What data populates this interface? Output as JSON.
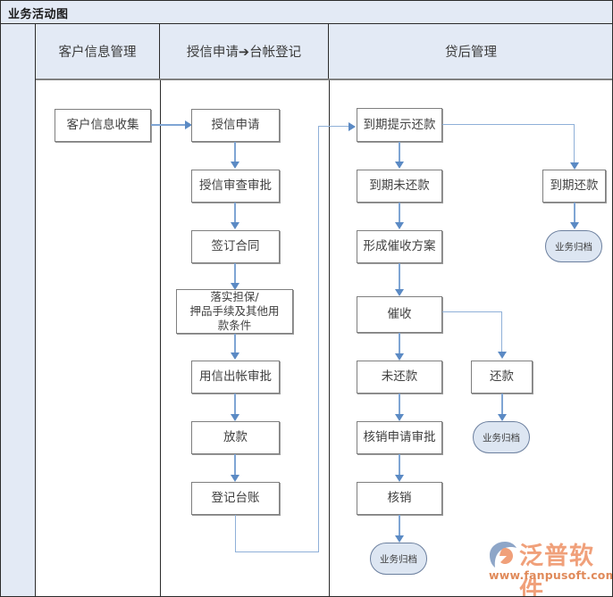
{
  "header": {
    "title": "业务活动图"
  },
  "columns": [
    {
      "label": "客户信息管理"
    },
    {
      "label": "授信申请➔台帐登记"
    },
    {
      "label": "贷后管理"
    }
  ],
  "nodes": {
    "customer_collect": "客户信息收集",
    "credit_apply": "授信申请",
    "credit_review": "授信审查审批",
    "sign_contract": "签订合同",
    "guarantee": "落实担保/押品手续及其他用款条件",
    "guarantee_line1": "落实担保/",
    "guarantee_line2": "押品手续及其他用",
    "guarantee_line3": "款条件",
    "use_credit_approval": "用信出帐审批",
    "disburse": "放款",
    "register_ledger": "登记台账",
    "due_remind": "到期提示还款",
    "due_unpaid": "到期未还款",
    "collection_plan": "形成催收方案",
    "collection": "催收",
    "not_repaid": "未还款",
    "writeoff_apply": "核销申请审批",
    "writeoff": "核销",
    "due_repaid": "到期还款",
    "repaid": "还款"
  },
  "terminators": {
    "archive_1": "业务归档",
    "archive_2": "业务归档",
    "archive_3": "业务归档"
  },
  "logo": {
    "brand": "泛普软件",
    "url": "www.fanpusoft.com"
  },
  "colors": {
    "header_fill": "#e3eaf5",
    "connector": "#7fa5d4",
    "arrow": "#5b8ac4",
    "node_border": "#7f7f7f",
    "terminator_fill": "#dde6f2",
    "brand": "#f0a07a"
  },
  "chart_data": {
    "type": "diagram",
    "title": "业务活动图",
    "lanes": [
      "客户信息管理",
      "授信申请➔台帐登记",
      "贷后管理"
    ],
    "edges": [
      "客户信息收集 → 授信申请",
      "授信申请 → 授信审查审批",
      "授信审查审批 → 签订合同",
      "签订合同 → 落实担保/押品手续及其他用款条件",
      "落实担保/押品手续及其他用款条件 → 用信出帐审批",
      "用信出帐审批 → 放款",
      "放款 → 登记台账",
      "登记台账 → 到期提示还款",
      "到期提示还款 → 到期未还款",
      "到期提示还款 → 到期还款",
      "到期未还款 → 形成催收方案",
      "形成催收方案 → 催收",
      "催收 → 未还款",
      "催收 → 还款",
      "未还款 → 核销申请审批",
      "核销申请审批 → 核销",
      "核销 → 业务归档",
      "到期还款 → 业务归档",
      "还款 → 业务归档"
    ]
  }
}
